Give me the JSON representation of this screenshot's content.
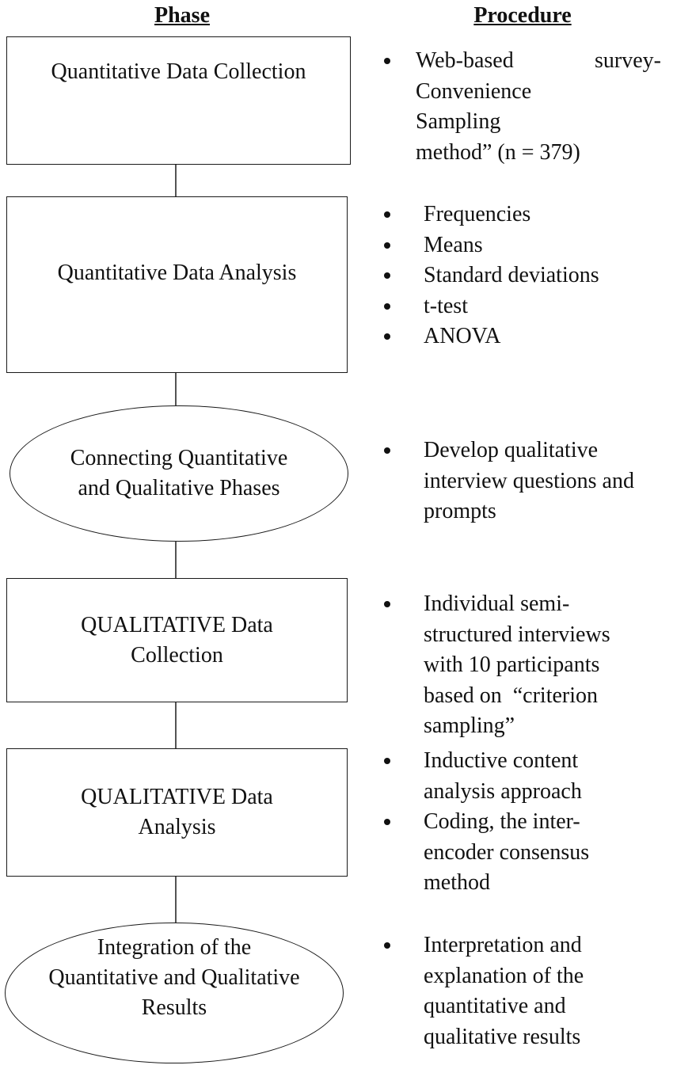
{
  "headers": {
    "phase": "Phase",
    "procedure": "Procedure"
  },
  "phases": [
    {
      "label_lines": [
        "Quantitative Data Collection"
      ]
    },
    {
      "label_lines": [
        "Quantitative Data Analysis"
      ]
    },
    {
      "label_lines": [
        "Connecting Quantitative",
        "and Qualitative Phases"
      ]
    },
    {
      "label_lines": [
        "QUALITATIVE Data",
        "Collection"
      ]
    },
    {
      "label_lines": [
        "QUALITATIVE Data",
        "Analysis"
      ]
    },
    {
      "label_lines": [
        "Integration of the",
        "Quantitative and Qualitative",
        "Results"
      ]
    }
  ],
  "procedures": [
    {
      "items": [
        {
          "lines": [
            "Web-based survey-",
            "Convenience",
            "Sampling",
            "method” (n = 379)"
          ]
        }
      ]
    },
    {
      "items": [
        {
          "lines": [
            "Frequencies"
          ]
        },
        {
          "lines": [
            "Means"
          ]
        },
        {
          "lines": [
            "Standard deviations"
          ]
        },
        {
          "lines": [
            "t-test"
          ]
        },
        {
          "lines": [
            "ANOVA"
          ]
        }
      ]
    },
    {
      "items": [
        {
          "lines": [
            "Develop qualitative",
            "interview questions and",
            "prompts"
          ]
        }
      ]
    },
    {
      "items": [
        {
          "lines": [
            "Individual semi-",
            "structured interviews",
            "with 10 participants",
            "based on  “criterion",
            "sampling”"
          ]
        }
      ]
    },
    {
      "items": [
        {
          "lines": [
            "Inductive content",
            "analysis approach"
          ]
        },
        {
          "lines": [
            "Coding, the inter-",
            "encoder consensus",
            "method"
          ]
        }
      ]
    },
    {
      "items": [
        {
          "lines": [
            "Interpretation and",
            "explanation of the",
            "quantitative and",
            "qualitative results"
          ]
        }
      ]
    }
  ]
}
